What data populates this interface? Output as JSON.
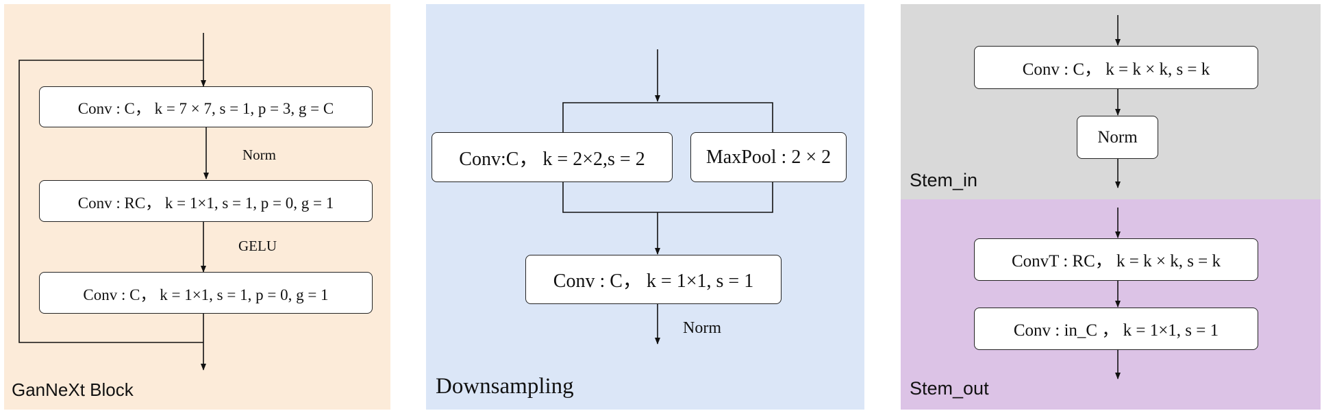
{
  "ganext": {
    "title": "GanNeXt Block",
    "box1": "Conv : C， k = 7 × 7, s = 1, p = 3, g = C",
    "op1": "Norm",
    "box2": "Conv : RC， k = 1×1, s = 1, p = 0, g = 1",
    "op2": "GELU",
    "box3": "Conv : C， k = 1×1, s = 1, p = 0, g = 1"
  },
  "downsampling": {
    "title": "Downsampling",
    "conv_box": "Conv:C， k = 2×2,s = 2",
    "pool_box": "MaxPool : 2 × 2",
    "out_box": "Conv : C， k = 1×1, s = 1",
    "op": "Norm"
  },
  "stem_in": {
    "title": "Stem_in",
    "conv_box": "Conv : C， k = k × k, s = k",
    "norm_box": "Norm"
  },
  "stem_out": {
    "title": "Stem_out",
    "convt_box": "ConvT : RC， k = k × k, s = k",
    "conv_box": "Conv : in_C ， k = 1×1, s = 1"
  },
  "colors": {
    "ganext_bg": "#fcebd9",
    "downsampling_bg": "#dbe6f7",
    "stem_in_bg": "#d9d9d9",
    "stem_out_bg": "#dcc3e6"
  }
}
